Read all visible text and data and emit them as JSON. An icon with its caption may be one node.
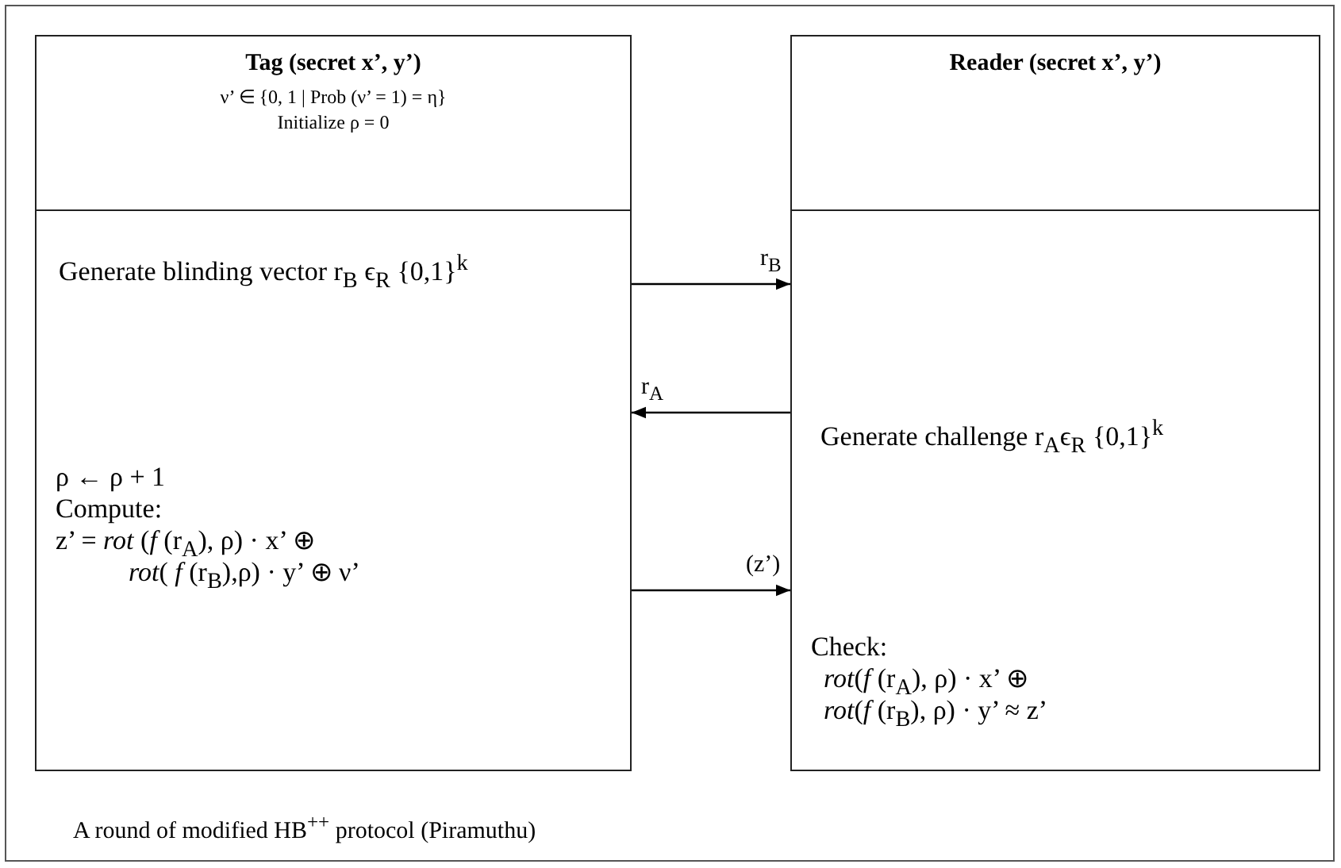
{
  "diagram": {
    "caption": "A round of modified HB$^{++}$ protocol (Piramuthu)",
    "nodes": [
      {
        "text": [
          "Tag (secret  x’, y’)",
          "ν’ ∈ {0, 1 | Prob (ν’ = 1) = η}",
          "Initialize ρ = 0"
        ]
      },
      {
        "text": [
          "Generate blinding vector r$_{B}$ ϵ$_{R}$ {0,1}$^{k}$",
          "ρ ← ρ + 1",
          "Compute:",
          "z’ = *rot* (*f* (r$_{A}$), ρ) · x’ ⊕",
          "*rot*( *f* (r$_{B}$),ρ) · y’ ⊕ ν’"
        ]
      },
      {
        "text": [
          "Reader (secret x’, y’)"
        ]
      },
      {
        "text": [
          "Generate challenge r$_{A}$ϵ$_{R}$ {0,1}$^{k}$",
          "Check:",
          "*rot*(*f* (r$_{A}$), ρ) · x’ ⊕",
          "*rot*(*f* (r$_{B}$), ρ) · y’ ≈ z’"
        ]
      }
    ],
    "edges": [
      {
        "from": 1,
        "to": 3,
        "arrow": "to",
        "label": "r$_{B}$"
      },
      {
        "from": 3,
        "to": 1,
        "arrow": "to",
        "label": "r$_{A}$"
      },
      {
        "from": 1,
        "to": 3,
        "arrow": "to",
        "label": "(z’)"
      }
    ]
  }
}
